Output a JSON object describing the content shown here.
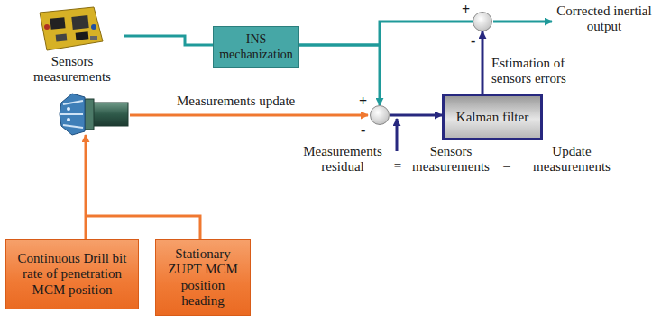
{
  "diagram": {
    "nodes": [
      {
        "text": [
          "Sensors measurements"
        ]
      },
      {
        "text": [
          "INS mechanization"
        ]
      },
      {
        "text": [
          "+",
          "-"
        ]
      },
      {
        "text": [
          "+",
          "-"
        ]
      },
      {
        "text": [
          "Kalman filter"
        ]
      },
      {
        "text": [
          "Continuous Drill bit rate of penetration MCM position"
        ]
      },
      {
        "text": [
          "Stationary ZUPT MCM position heading"
        ]
      }
    ],
    "edges": [
      {
        "from": 0,
        "to": 1,
        "arrow": "none"
      },
      {
        "from": 1,
        "to": 2,
        "arrow": "none"
      },
      {
        "from": 1,
        "to": 3,
        "arrow": "to"
      },
      {
        "from": 3,
        "to": 4,
        "arrow": "to"
      },
      {
        "from": 4,
        "to": 2,
        "arrow": "to"
      }
    ],
    "labels": [
      "Corrected inertial output",
      "Estimation of sensors errors",
      "Measurements update",
      "Measurements residual",
      "=",
      "Sensors measurements",
      "–",
      "Update measurements"
    ]
  }
}
